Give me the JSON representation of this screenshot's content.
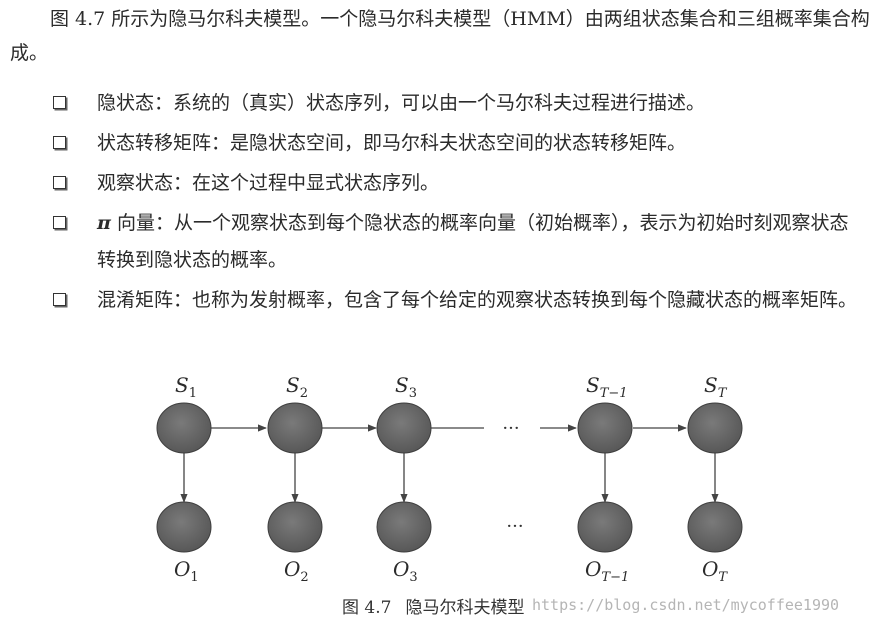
{
  "intro": {
    "text": "图 4.7 所示为隐马尔科夫模型。一个隐马尔科夫模型（HMM）由两组状态集合和三组概率集合构成。"
  },
  "bullets": [
    {
      "text": "隐状态：系统的（真实）状态序列，可以由一个马尔科夫过程进行描述。"
    },
    {
      "text": "状态转移矩阵：是隐状态空间，即马尔科夫状态空间的状态转移矩阵。"
    },
    {
      "text": "观察状态：在这个过程中显式状态序列。"
    },
    {
      "pi": "π",
      "text": " 向量：从一个观察状态到每个隐状态的概率向量（初始概率），表示为初始时刻观察状态转换到隐状态的概率。"
    },
    {
      "text": "混淆矩阵：也称为发射概率，包含了每个给定的观察状态转换到每个隐藏状态的概率矩阵。"
    }
  ],
  "diagram": {
    "hidden_states": [
      {
        "symbol": "S",
        "sub": "1"
      },
      {
        "symbol": "S",
        "sub": "2"
      },
      {
        "symbol": "S",
        "sub": "3"
      },
      {
        "symbol": "S",
        "sub": "T−1"
      },
      {
        "symbol": "S",
        "sub": "T"
      }
    ],
    "observations": [
      {
        "symbol": "O",
        "sub": "1"
      },
      {
        "symbol": "O",
        "sub": "2"
      },
      {
        "symbol": "O",
        "sub": "3"
      },
      {
        "symbol": "O",
        "sub": "T−1"
      },
      {
        "symbol": "O",
        "sub": "T"
      }
    ],
    "ellipsis": "···",
    "node_color": "#6a6a6a"
  },
  "caption": {
    "number": "图 4.7",
    "title": "隐马尔科夫模型"
  },
  "watermark": "https://blog.csdn.net/mycoffee1990"
}
